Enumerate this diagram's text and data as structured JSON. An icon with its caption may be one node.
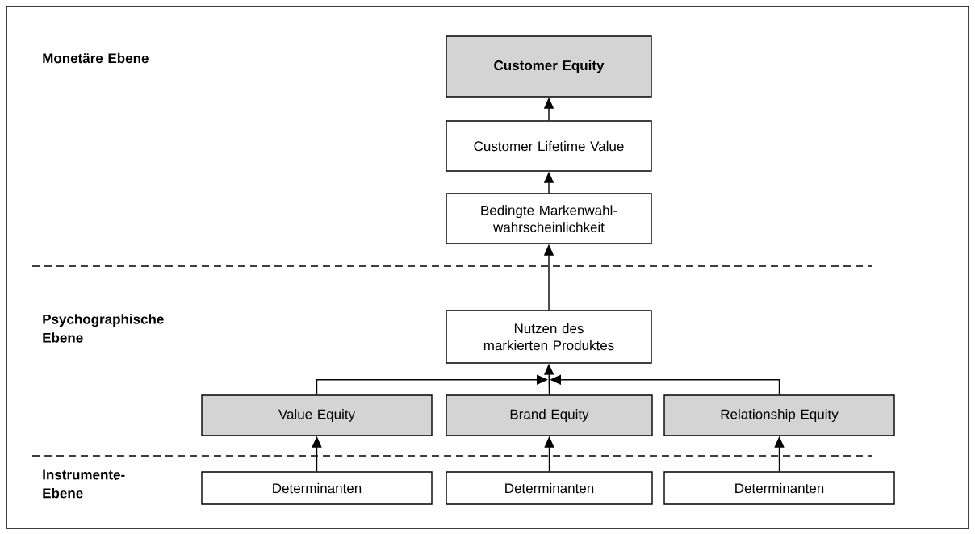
{
  "diagram": {
    "nodes": [
      {
        "text": [
          "Customer Equity"
        ]
      },
      {
        "text": [
          "Customer Lifetime Value"
        ]
      },
      {
        "text": [
          "Bedingte Markenwahl-wahrscheinlichkeit"
        ]
      },
      {
        "text": [
          "Nutzen des markierten Produktes"
        ]
      },
      {
        "text": [
          "Value Equity"
        ]
      },
      {
        "text": [
          "Brand Equity"
        ]
      },
      {
        "text": [
          "Relationship Equity"
        ]
      },
      {
        "text": [
          "Determinanten"
        ]
      },
      {
        "text": [
          "Determinanten"
        ]
      },
      {
        "text": [
          "Determinanten"
        ]
      }
    ],
    "edges": [
      {
        "from": 1,
        "to": 0,
        "arrow": "to"
      },
      {
        "from": 2,
        "to": 1,
        "arrow": "to"
      },
      {
        "from": 3,
        "to": 2,
        "arrow": "to"
      },
      {
        "from": 4,
        "to": 3,
        "arrow": "to"
      },
      {
        "from": 5,
        "to": 3,
        "arrow": "to"
      },
      {
        "from": 6,
        "to": 3,
        "arrow": "to"
      },
      {
        "from": 7,
        "to": 4,
        "arrow": "to"
      },
      {
        "from": 8,
        "to": 5,
        "arrow": "to"
      },
      {
        "from": 9,
        "to": 6,
        "arrow": "to"
      }
    ],
    "labels": [
      "Monetäre Ebene",
      "Psychographische Ebene",
      "Instrumente-Ebene"
    ]
  }
}
